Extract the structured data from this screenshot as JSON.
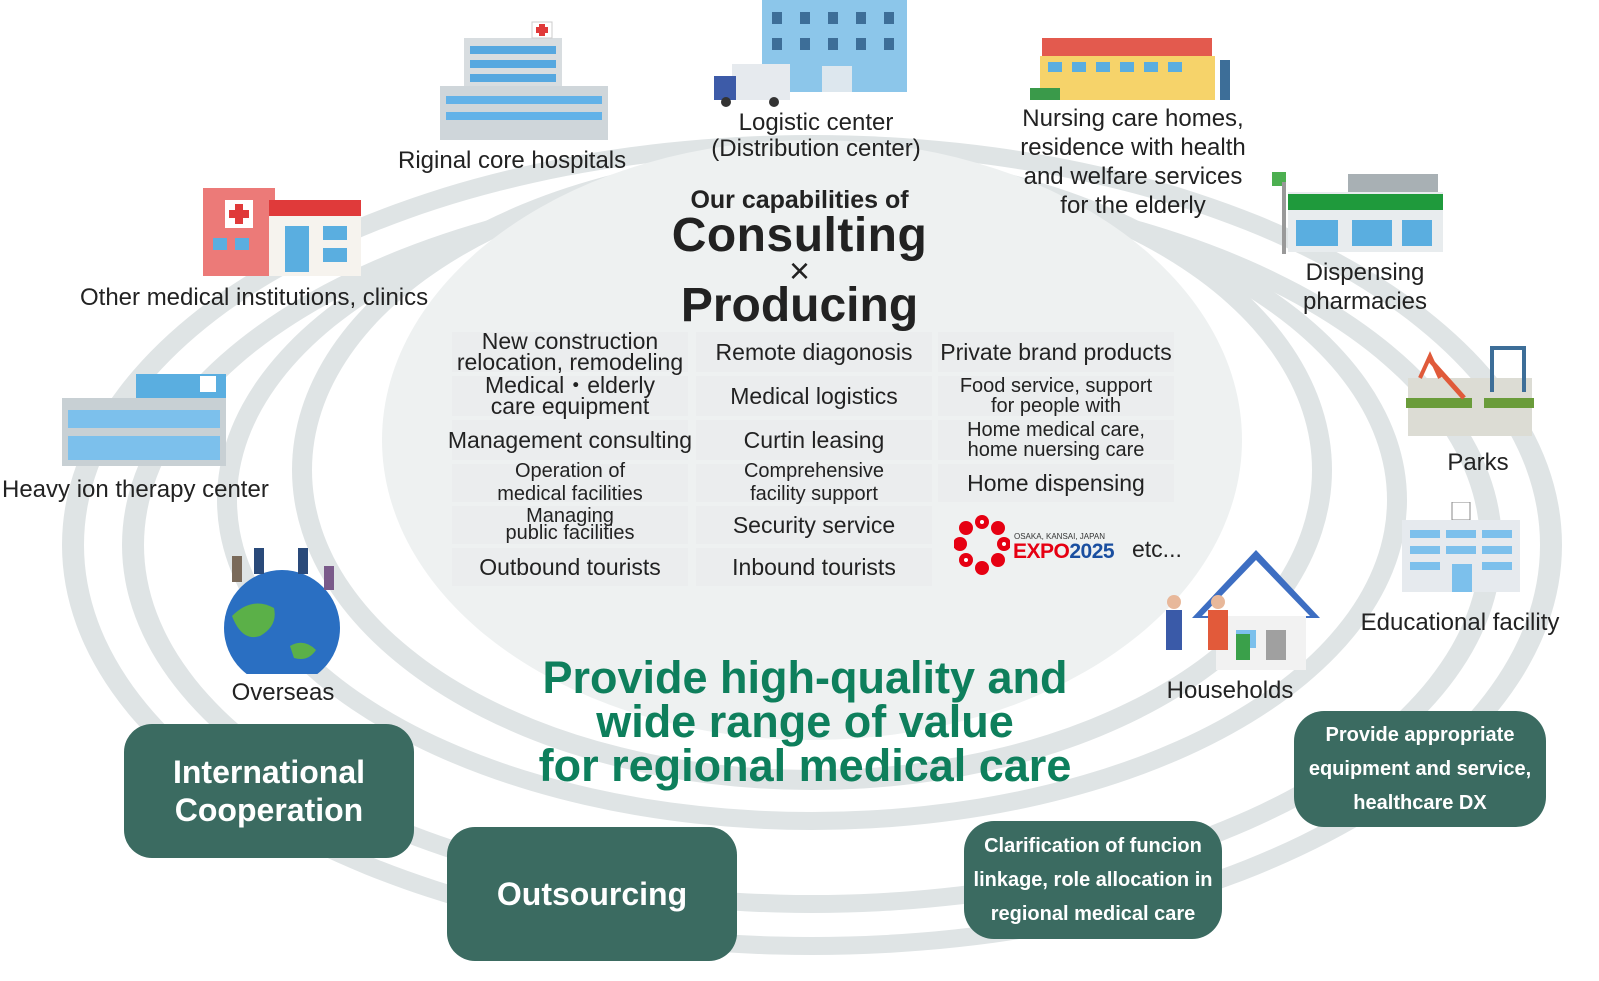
{
  "capabilities": {
    "line1": "Our capabilities of",
    "line2": "Consulting",
    "times": "×",
    "line3": "Producing"
  },
  "grid": {
    "col1": [
      "New construction\nrelocation, remodeling",
      "Medical・elderly\ncare equipment",
      "Management consulting",
      "Operation of\nmedical facilities",
      "Managing\npublic facilities",
      "Outbound tourists"
    ],
    "col2": [
      "Remote diagonosis",
      "Medical logistics",
      "Curtin leasing",
      "Comprehensive\nfacility support",
      "Security service",
      "Inbound tourists"
    ],
    "col3": [
      "Private brand products",
      "Food service, support\nfor people with",
      "Home medical care,\nhome nuersing care",
      "Home dispensing"
    ],
    "etc": "etc...",
    "expo_small": "OSAKA, KANSAI, JAPAN",
    "expo_word": "EXPO",
    "expo_year": "2025"
  },
  "headline": "Provide high-quality and\nwide range of value\nfor regional medical care",
  "locations": {
    "hospitals": "Riginal core hospitals",
    "logistic": "Logistic center\n(Distribution center)",
    "nursing": "Nursing care homes,\nresidence with health\nand welfare services\nfor the elderly",
    "clinics": "Other medical institutions, clinics",
    "pharmacies": "Dispensing\npharmacies",
    "heavy_ion": "Heavy ion therapy center",
    "parks": "Parks",
    "education": "Educational facility",
    "overseas": "Overseas",
    "households": "Households"
  },
  "pills": {
    "international": "International\nCooperation",
    "outsourcing": "Outsourcing",
    "clarification": "Clarification of funcion\nlinkage, role allocation in\nregional medical care",
    "equipment": "Provide appropriate\nequipment and service,\nhealthcare DX"
  },
  "colors": {
    "ring": "#dde2e3",
    "pill": "#3b6b61",
    "headline": "#0e7f5c",
    "cell": "#ebedee"
  }
}
